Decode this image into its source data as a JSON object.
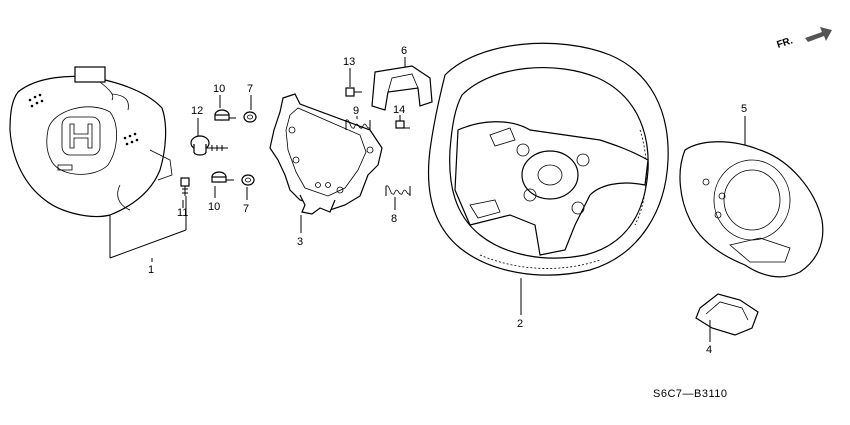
{
  "diagram": {
    "orientation_label": "FR.",
    "drawing_code": "S6C7—B3110",
    "callouts": {
      "c1": "1",
      "c2": "2",
      "c3": "3",
      "c4": "4",
      "c5": "5",
      "c6": "6",
      "c7a": "7",
      "c7b": "7",
      "c8": "8",
      "c9": "9",
      "c10a": "10",
      "c10b": "10",
      "c11": "11",
      "c12": "12",
      "c13": "13",
      "c14": "14"
    }
  }
}
